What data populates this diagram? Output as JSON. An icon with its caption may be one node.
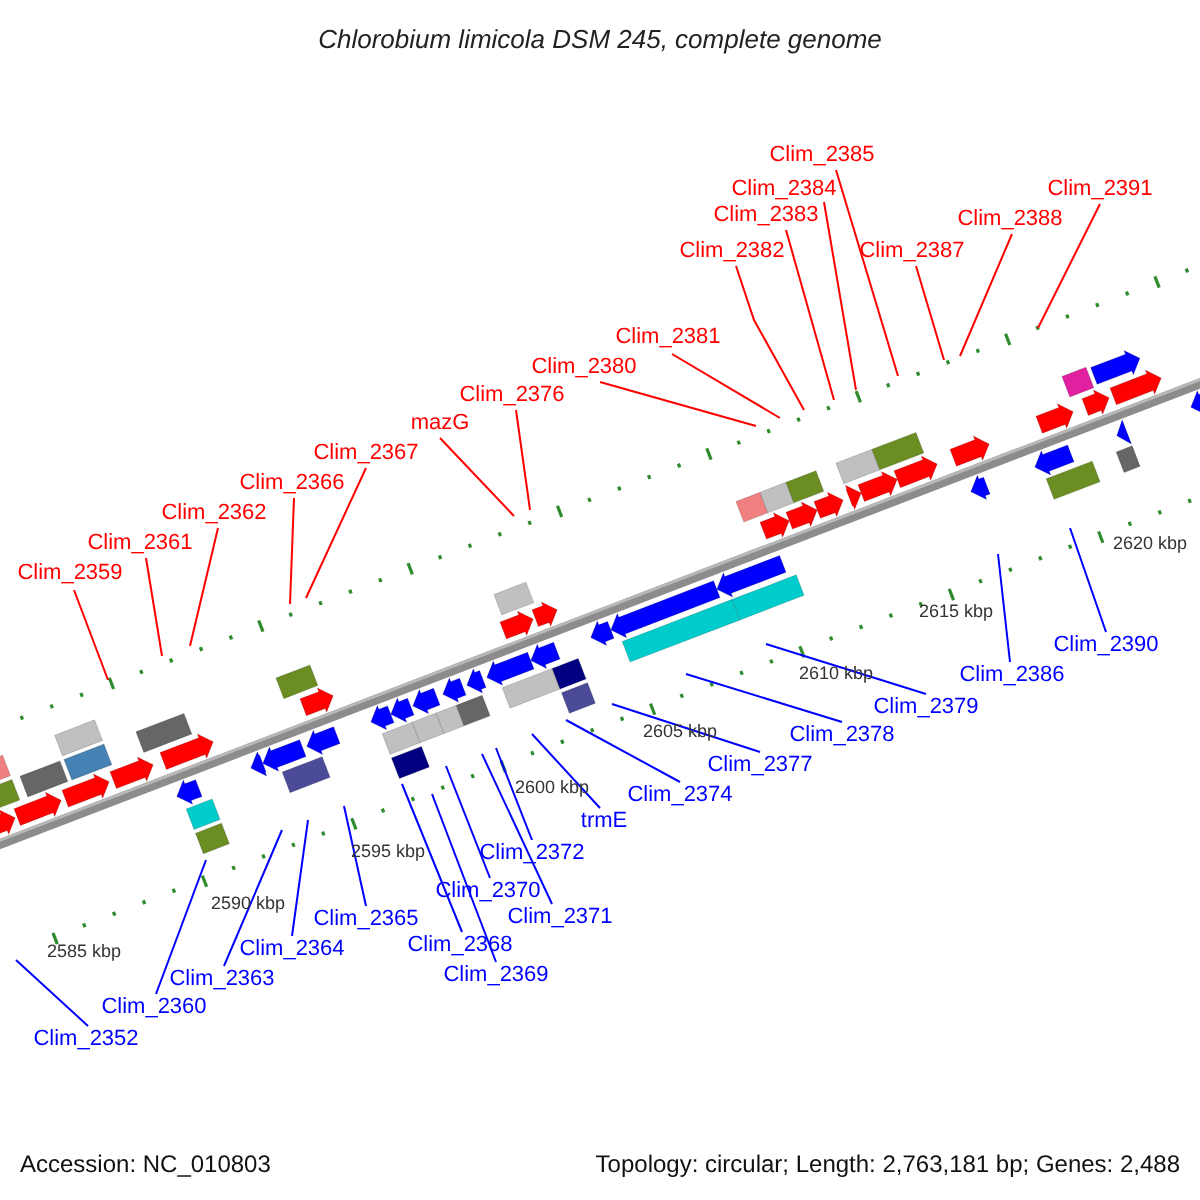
{
  "diagram": {
    "title": "Chlorobium limicola DSM 245, complete genome",
    "nodes": [
      {
        "text": [
          "Clim_2359"
        ]
      },
      {
        "text": [
          "Clim_2361"
        ]
      },
      {
        "text": [
          "Clim_2362"
        ]
      },
      {
        "text": [
          "Clim_2366"
        ]
      },
      {
        "text": [
          "Clim_2367"
        ]
      },
      {
        "text": [
          "mazG"
        ]
      },
      {
        "text": [
          "Clim_2376"
        ]
      },
      {
        "text": [
          "Clim_2380"
        ]
      },
      {
        "text": [
          "Clim_2381"
        ]
      },
      {
        "text": [
          "Clim_2382"
        ]
      },
      {
        "text": [
          "Clim_2383"
        ]
      },
      {
        "text": [
          "Clim_2384"
        ]
      },
      {
        "text": [
          "Clim_2385"
        ]
      },
      {
        "text": [
          "Clim_2387"
        ]
      },
      {
        "text": [
          "Clim_2388"
        ]
      },
      {
        "text": [
          "Clim_2391"
        ]
      },
      {
        "text": [
          "Clim_2352"
        ]
      },
      {
        "text": [
          "Clim_2360"
        ]
      },
      {
        "text": [
          "Clim_2363"
        ]
      },
      {
        "text": [
          "Clim_2364"
        ]
      },
      {
        "text": [
          "Clim_2365"
        ]
      },
      {
        "text": [
          "Clim_2368"
        ]
      },
      {
        "text": [
          "Clim_2369"
        ]
      },
      {
        "text": [
          "Clim_2370"
        ]
      },
      {
        "text": [
          "Clim_2371"
        ]
      },
      {
        "text": [
          "Clim_2372"
        ]
      },
      {
        "text": [
          "trmE"
        ]
      },
      {
        "text": [
          "Clim_2374"
        ]
      },
      {
        "text": [
          "Clim_2377"
        ]
      },
      {
        "text": [
          "Clim_2378"
        ]
      },
      {
        "text": [
          "Clim_2379"
        ]
      },
      {
        "text": [
          "Clim_2386"
        ]
      },
      {
        "text": [
          "Clim_2390"
        ]
      }
    ],
    "edges": [
      {
        "from": 0,
        "to": null,
        "arrow": "none",
        "color": "#ff0000"
      },
      {
        "from": 1,
        "to": null,
        "arrow": "none",
        "color": "#ff0000"
      },
      {
        "from": 2,
        "to": null,
        "arrow": "none",
        "color": "#ff0000"
      },
      {
        "from": 3,
        "to": null,
        "arrow": "none",
        "color": "#ff0000"
      },
      {
        "from": 4,
        "to": null,
        "arrow": "none",
        "color": "#ff0000"
      },
      {
        "from": 5,
        "to": null,
        "arrow": "none",
        "color": "#ff0000"
      },
      {
        "from": 6,
        "to": null,
        "arrow": "none",
        "color": "#ff0000"
      },
      {
        "from": 7,
        "to": null,
        "arrow": "none",
        "color": "#ff0000"
      },
      {
        "from": 8,
        "to": null,
        "arrow": "none",
        "color": "#ff0000"
      },
      {
        "from": 9,
        "to": null,
        "arrow": "none",
        "color": "#ff0000"
      },
      {
        "from": 10,
        "to": null,
        "arrow": "none",
        "color": "#ff0000"
      },
      {
        "from": 11,
        "to": null,
        "arrow": "none",
        "color": "#ff0000"
      },
      {
        "from": 12,
        "to": null,
        "arrow": "none",
        "color": "#ff0000"
      },
      {
        "from": 13,
        "to": null,
        "arrow": "none",
        "color": "#ff0000"
      },
      {
        "from": 14,
        "to": null,
        "arrow": "none",
        "color": "#ff0000"
      },
      {
        "from": 15,
        "to": null,
        "arrow": "none",
        "color": "#ff0000"
      },
      {
        "from": 16,
        "to": null,
        "arrow": "none"
      },
      {
        "from": 17,
        "to": null,
        "arrow": "none"
      },
      {
        "from": 18,
        "to": null,
        "arrow": "none"
      },
      {
        "from": 19,
        "to": null,
        "arrow": "none"
      },
      {
        "from": 20,
        "to": null,
        "arrow": "none"
      },
      {
        "from": 21,
        "to": null,
        "arrow": "none"
      },
      {
        "from": 22,
        "to": null,
        "arrow": "none"
      },
      {
        "from": 23,
        "to": null,
        "arrow": "none"
      },
      {
        "from": 24,
        "to": null,
        "arrow": "none"
      },
      {
        "from": 25,
        "to": null,
        "arrow": "none"
      },
      {
        "from": 26,
        "to": null,
        "arrow": "none"
      },
      {
        "from": 27,
        "to": null,
        "arrow": "none"
      },
      {
        "from": 28,
        "to": null,
        "arrow": "none"
      },
      {
        "from": 29,
        "to": null,
        "arrow": "none"
      },
      {
        "from": 30,
        "to": null,
        "arrow": "none"
      },
      {
        "from": 31,
        "to": null,
        "arrow": "none"
      },
      {
        "from": 32,
        "to": null,
        "arrow": "none"
      }
    ],
    "labels": [
      "2620 kbp",
      "2615 kbp",
      "2610 kbp",
      "2605 kbp",
      "2600 kbp",
      "2595 kbp",
      "2590 kbp",
      "2585 kbp",
      "Accession: NC_010803",
      "Topology: circular; Length: 2,763,181 bp; Genes: 2,488"
    ]
  }
}
